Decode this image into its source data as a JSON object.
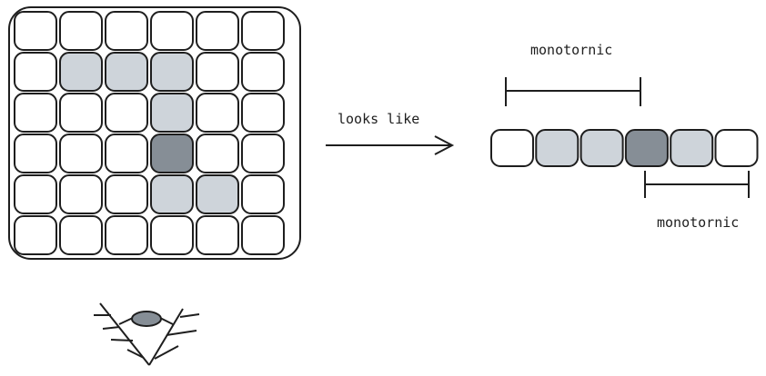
{
  "colors": {
    "stroke": "#1e1e1e",
    "empty": "#ffffff",
    "light": "#ced4da",
    "dark": "#868e96"
  },
  "grid": {
    "rows": [
      [
        "empty",
        "empty",
        "empty",
        "empty",
        "empty",
        "empty"
      ],
      [
        "empty",
        "light",
        "light",
        "light",
        "empty",
        "empty"
      ],
      [
        "empty",
        "empty",
        "empty",
        "light",
        "empty",
        "empty"
      ],
      [
        "empty",
        "empty",
        "empty",
        "dark",
        "empty",
        "empty"
      ],
      [
        "empty",
        "empty",
        "empty",
        "light",
        "light",
        "empty"
      ],
      [
        "empty",
        "empty",
        "empty",
        "empty",
        "empty",
        "empty"
      ]
    ]
  },
  "arrow": {
    "label": "looks like"
  },
  "strip": {
    "cells": [
      "empty",
      "light",
      "light",
      "dark",
      "light",
      "empty"
    ]
  },
  "brackets": {
    "top_label": "monotornic",
    "bottom_label": "monotornic"
  },
  "eye": {
    "icon": "eye-icon"
  }
}
